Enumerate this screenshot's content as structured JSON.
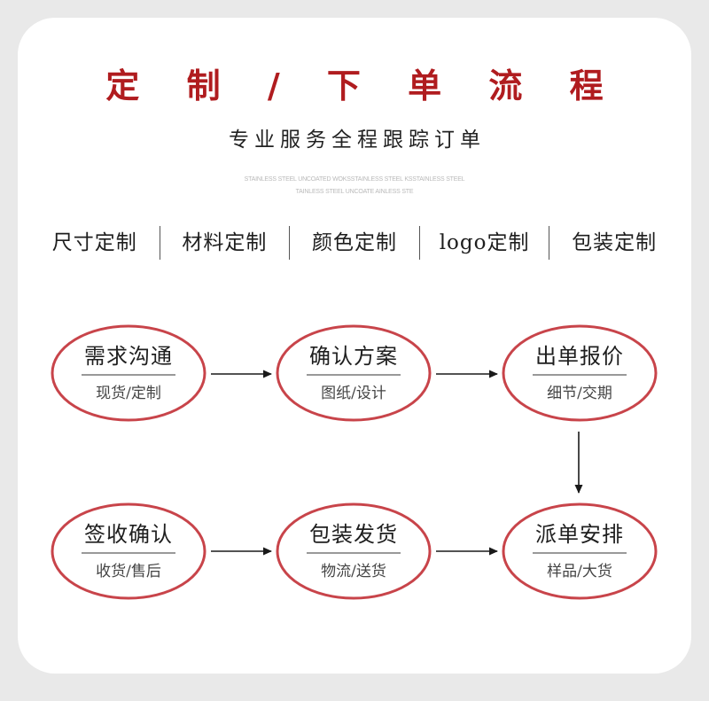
{
  "header": {
    "title": "定 制 / 下 单 流 程",
    "subtitle": "专业服务全程跟踪订单",
    "english_line1": "STAINLESS STEEL UNCOATED WOKSSTAINLESS STEEL KSSTAINLESS STEEL",
    "english_line2": "TAINLESS STEEL UNCOATE AINLESS STE"
  },
  "categories": [
    "尺寸定制",
    "材料定制",
    "颜色定制",
    "logo定制",
    "包装定制"
  ],
  "colors": {
    "accent": "#b01c1f",
    "ellipse_stroke": "#c8444a",
    "text": "#1e1e1e",
    "background": "#ffffff"
  },
  "steps": [
    {
      "title": "需求沟通",
      "sub": "现货/定制"
    },
    {
      "title": "确认方案",
      "sub": "图纸/设计"
    },
    {
      "title": "出单报价",
      "sub": "细节/交期"
    },
    {
      "title": "派单安排",
      "sub": "样品/大货"
    },
    {
      "title": "包装发货",
      "sub": "物流/送货"
    },
    {
      "title": "签收确认",
      "sub": "收货/售后"
    }
  ]
}
